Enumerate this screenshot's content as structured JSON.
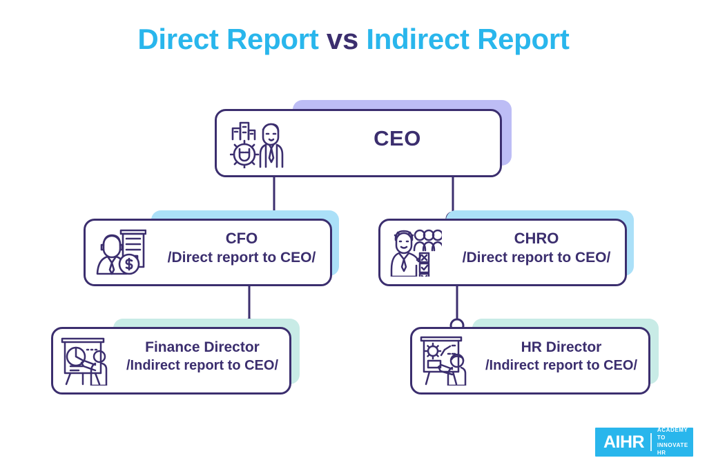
{
  "title": {
    "part1": "Direct Report ",
    "connector": "vs",
    "part2": " Indirect Report",
    "full": "Direct Report vs Indirect Report"
  },
  "colors": {
    "title_accent": "#29B6EC",
    "ink": "#3B2E6E",
    "ceo_tint": "#BDBDF5",
    "direct_tint": "#ABE0F8",
    "indirect_tint": "#C8EBE6",
    "background": "#FFFFFF",
    "logo_bg": "#29B6EC"
  },
  "chart_data": {
    "type": "diagram",
    "subtype": "organizational-hierarchy",
    "title": "Direct Report vs Indirect Report",
    "levels": 3,
    "nodes": [
      {
        "id": "ceo",
        "level": 0,
        "title": "CEO",
        "subtitle": "",
        "tint": "#BDBDF5",
        "icon": "executive-gear-building-icon",
        "reports_to": null
      },
      {
        "id": "cfo",
        "level": 1,
        "title": "CFO",
        "subtitle": "/Direct report to CEO/",
        "tint": "#ABE0F8",
        "icon": "finance-person-dollar-icon",
        "reports_to": "ceo"
      },
      {
        "id": "chro",
        "level": 1,
        "title": "CHRO",
        "subtitle": "/Direct report to CEO/",
        "tint": "#ABE0F8",
        "icon": "hr-people-checklist-icon",
        "reports_to": "ceo"
      },
      {
        "id": "finance-director",
        "level": 2,
        "title": "Finance Director",
        "subtitle": "/Indirect report to CEO/",
        "tint": "#C8EBE6",
        "icon": "presentation-piechart-icon",
        "reports_to": "cfo"
      },
      {
        "id": "hr-director",
        "level": 2,
        "title": "HR Director",
        "subtitle": "/Indirect report to CEO/",
        "tint": "#C8EBE6",
        "icon": "presentation-gear-person-icon",
        "reports_to": "chro"
      }
    ],
    "edges": [
      {
        "from": "ceo",
        "to": "cfo",
        "relationship": "direct"
      },
      {
        "from": "ceo",
        "to": "chro",
        "relationship": "direct"
      },
      {
        "from": "cfo",
        "to": "finance-director",
        "relationship": "indirect-to-ceo"
      },
      {
        "from": "chro",
        "to": "hr-director",
        "relationship": "indirect-to-ceo"
      }
    ]
  },
  "nodes": {
    "ceo": {
      "title": "CEO",
      "subtitle": ""
    },
    "cfo": {
      "title": "CFO",
      "subtitle": "/Direct report to CEO/"
    },
    "chro": {
      "title": "CHRO",
      "subtitle": "/Direct report to CEO/"
    },
    "finance_director": {
      "title": "Finance Director",
      "subtitle": "/Indirect report to CEO/"
    },
    "hr_director": {
      "title": "HR Director",
      "subtitle": "/Indirect report to CEO/"
    }
  },
  "logo": {
    "mark": "AIHR",
    "tagline_line1": "ACADEMY TO",
    "tagline_line2": "INNOVATE HR"
  }
}
